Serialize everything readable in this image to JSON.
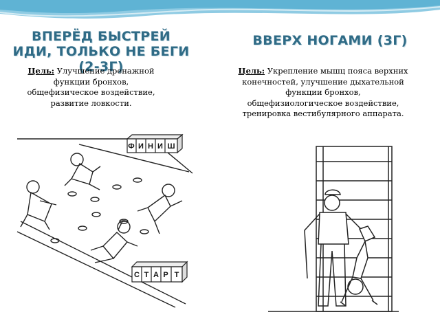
{
  "left": {
    "title": "ВПЕРЁД БЫСТРЕЙ ИДИ, ТОЛЬКО НЕ БЕГИ (2-3Г)",
    "goal_label": "Цель:",
    "goal_text": "Улучшение дренажной функции бронхов, общефизическое воздействие, развитие ловкости.",
    "finish_letters": [
      "Ф",
      "И",
      "Н",
      "И",
      "Ш"
    ],
    "start_letters": [
      "С",
      "Т",
      "А",
      "Р",
      "Т"
    ]
  },
  "right": {
    "title": "ВВЕРХ НОГАМИ (3Г)",
    "goal_label": "Цель:",
    "goal_text": "Укрепление мышц пояса верхних конечностей, улучшение дыхательной функции бронхов, общефизиологическое воздействие, тренировка вестибулярного аппарата."
  },
  "colors": {
    "title": "#2f6b86",
    "banner": "#5fb3d4"
  }
}
